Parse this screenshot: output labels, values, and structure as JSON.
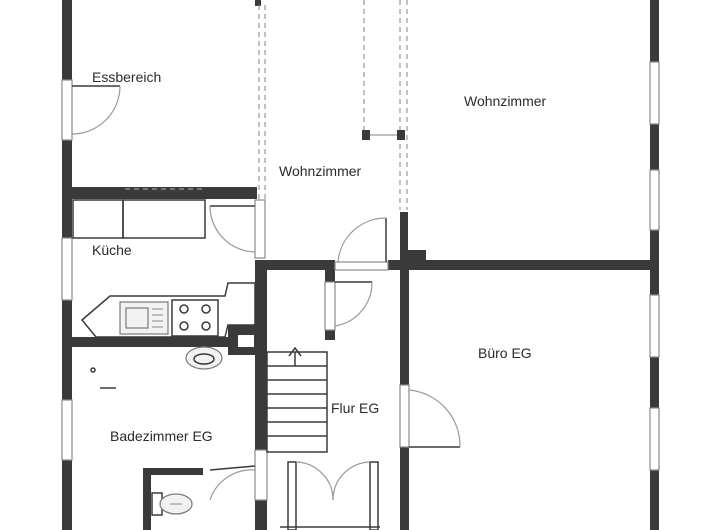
{
  "floor_plan": {
    "rooms": [
      {
        "label": "Essbereich"
      },
      {
        "label": "Wohnzimmer"
      },
      {
        "label": "Wohnzimmer"
      },
      {
        "label": "Küche"
      },
      {
        "label": "Büro EG"
      },
      {
        "label": "Flur EG"
      },
      {
        "label": "Badezimmer EG"
      }
    ]
  },
  "colors": {
    "wall": "#3a3a3a",
    "background": "#ffffff",
    "fixture": "#f2f2f2"
  }
}
